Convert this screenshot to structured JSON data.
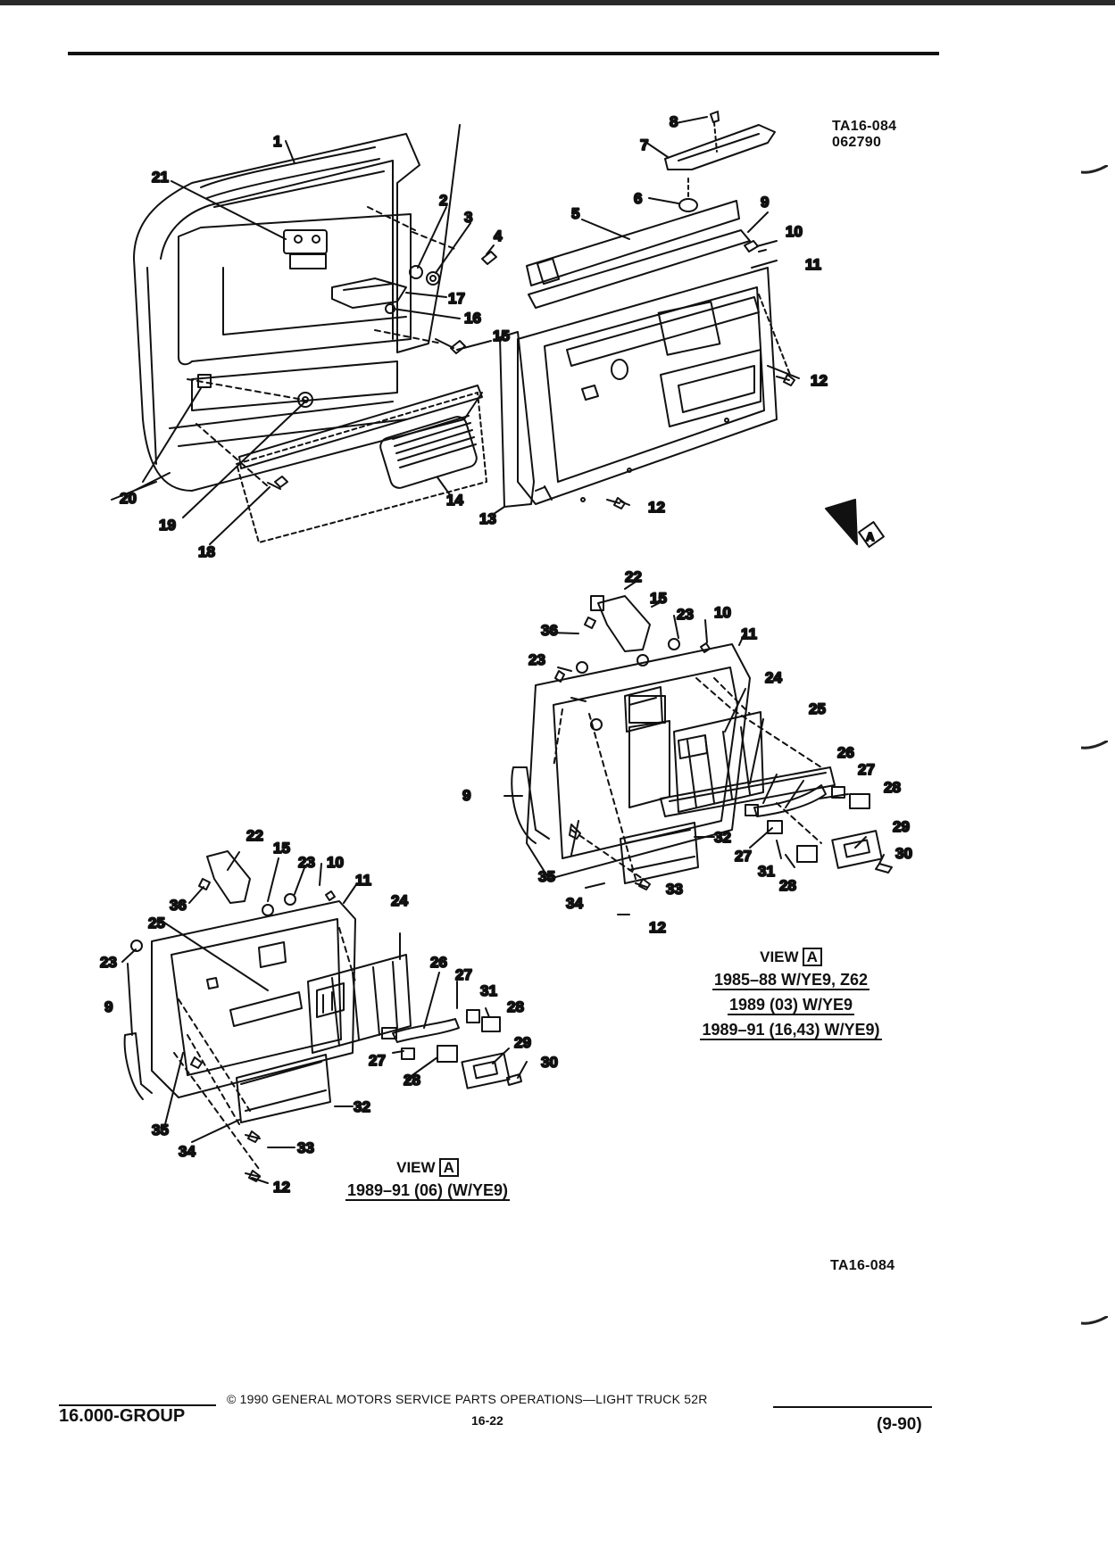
{
  "diagram_ref_top": [
    "TA16-084",
    "062790"
  ],
  "diagram_ref_bottom": "TA16-084",
  "callouts_main": [
    "1",
    "2",
    "3",
    "4",
    "5",
    "6",
    "7",
    "8",
    "9",
    "10",
    "11",
    "12",
    "12",
    "13",
    "14",
    "15",
    "16",
    "17",
    "18",
    "19",
    "20",
    "21"
  ],
  "callouts_view_a": [
    "22",
    "15",
    "23",
    "10",
    "11",
    "36",
    "23",
    "24",
    "25",
    "9",
    "26",
    "27",
    "28",
    "29",
    "30",
    "27",
    "31",
    "28",
    "32",
    "35",
    "34",
    "33",
    "12"
  ],
  "callouts_view_b": [
    "22",
    "15",
    "23",
    "10",
    "11",
    "36",
    "24",
    "25",
    "23",
    "9",
    "26",
    "27",
    "31",
    "28",
    "27",
    "28",
    "29",
    "30",
    "32",
    "35",
    "34",
    "33",
    "12"
  ],
  "arrow_label": "A",
  "view_a": {
    "view_label": "VIEW",
    "view_letter": "A",
    "lines": [
      "1985–88 W/YE9, Z62",
      "1989 (03) W/YE9",
      "1989–91 (16,43) W/YE9)"
    ]
  },
  "view_b": {
    "view_label": "VIEW",
    "view_letter": "A",
    "lines": [
      "1989–91 (06) (W/YE9)"
    ]
  },
  "footer": {
    "group": "16.000-GROUP",
    "copyright": "© 1990  GENERAL MOTORS SERVICE PARTS OPERATIONS—LIGHT TRUCK 52R",
    "page": "16-22",
    "date": "(9-90)"
  }
}
